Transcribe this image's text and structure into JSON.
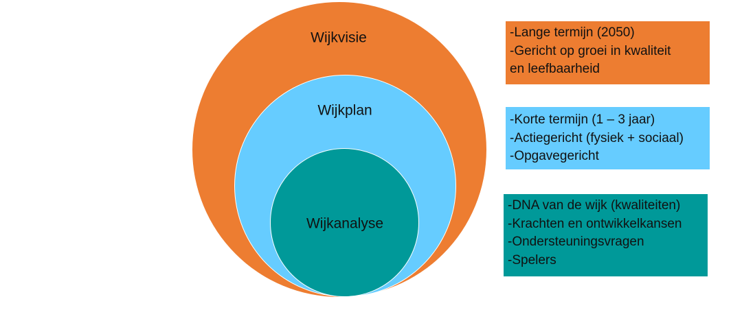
{
  "diagram": {
    "type": "nested-circles",
    "colors": {
      "wijkvisie": "#ED7D31",
      "wijkplan": "#66CCFF",
      "wijkanalyse": "#009999"
    },
    "circles": [
      {
        "id": "wijkvisie",
        "label": "Wijkvisie"
      },
      {
        "id": "wijkplan",
        "label": "Wijkplan"
      },
      {
        "id": "wijkanalyse",
        "label": "Wijkanalyse"
      }
    ],
    "boxes": [
      {
        "id": "wijkvisie",
        "lines": [
          "-Lange termijn (2050)",
          "-Gericht op groei in kwaliteit",
          "en leefbaarheid"
        ]
      },
      {
        "id": "wijkplan",
        "lines": [
          "-Korte termijn (1 – 3 jaar)",
          "-Actiegericht (fysiek + sociaal)",
          "-Opgavegericht"
        ]
      },
      {
        "id": "wijkanalyse",
        "lines": [
          "-DNA van de wijk (kwaliteiten)",
          "-Krachten en ontwikkelkansen",
          "-Ondersteuningsvragen",
          "-Spelers"
        ]
      }
    ]
  }
}
